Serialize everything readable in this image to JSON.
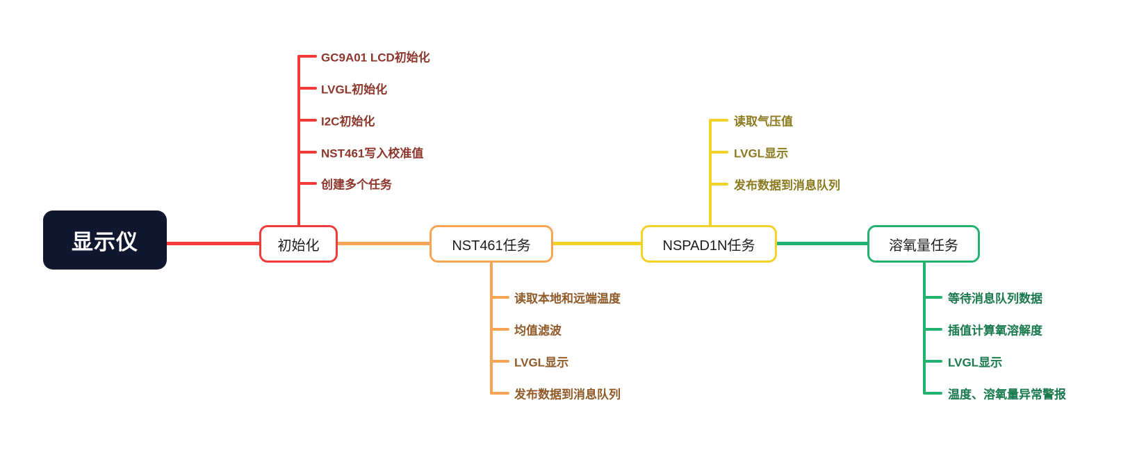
{
  "colors": {
    "red": "#F23C39",
    "orange": "#F7A455",
    "yellow": "#F2D226",
    "green": "#20B26E",
    "rootBg": "#121730",
    "rootText": "#FFFFFF",
    "textRed": "#8C362C",
    "textOrange": "#905A28",
    "textYellow": "#8A7A1E",
    "textGreen": "#19794D",
    "nodeText": "#1D1D1F",
    "canvasBg": "#FFFFFF"
  },
  "root": {
    "label": "显示仪"
  },
  "branches": [
    {
      "label": "初始化",
      "color": "#F23C39",
      "children_position": "above",
      "children": [
        "GC9A01 LCD初始化",
        "LVGL初始化",
        "I2C初始化",
        "NST461写入校准值",
        "创建多个任务"
      ]
    },
    {
      "label": "NST461任务",
      "color": "#F7A455",
      "children_position": "below",
      "children": [
        "读取本地和远端温度",
        "均值滤波",
        "LVGL显示",
        "发布数据到消息队列"
      ]
    },
    {
      "label": "NSPAD1N任务",
      "color": "#F2D226",
      "children_position": "above",
      "children": [
        "读取气压值",
        "LVGL显示",
        "发布数据到消息队列"
      ]
    },
    {
      "label": "溶氧量任务",
      "color": "#20B26E",
      "children_position": "below",
      "children": [
        "等待消息队列数据",
        "插值计算氧溶解度",
        "LVGL显示",
        "温度、溶氧量异常警报"
      ]
    }
  ]
}
